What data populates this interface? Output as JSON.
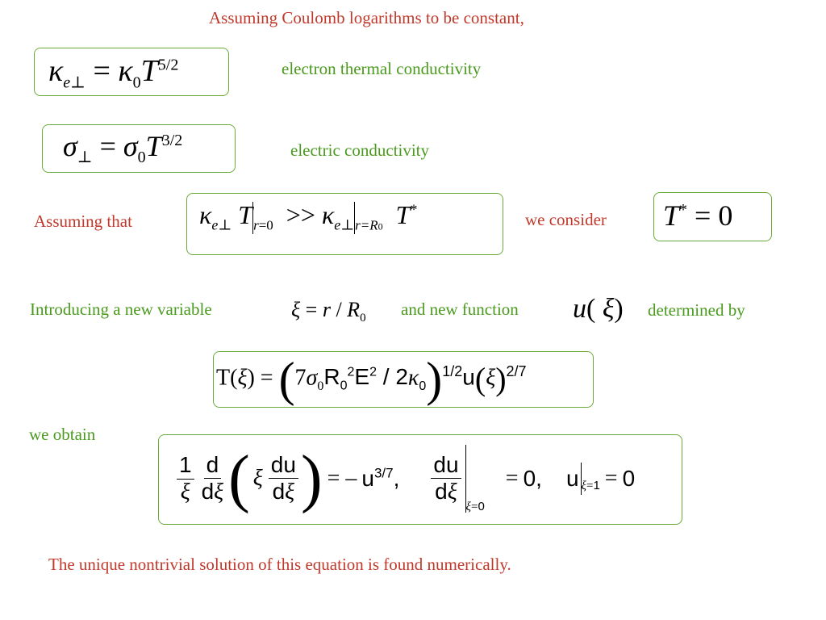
{
  "heading": "Assuming Coulomb logarithms to be constant,",
  "labels": {
    "electron_thermal": "electron thermal conductivity",
    "electric": "electric conductivity",
    "assuming_that": "Assuming that",
    "we_consider": "we consider",
    "introducing": "Introducing a new variable",
    "and_new_function": "and new function",
    "determined_by": "determined by",
    "we_obtain": "we obtain",
    "conclusion": "The unique nontrivial solution of this equation is found numerically."
  },
  "colors": {
    "red_text": "#c0392b",
    "green_text": "#4a9a1e",
    "box_border": "#6aaa3a"
  }
}
